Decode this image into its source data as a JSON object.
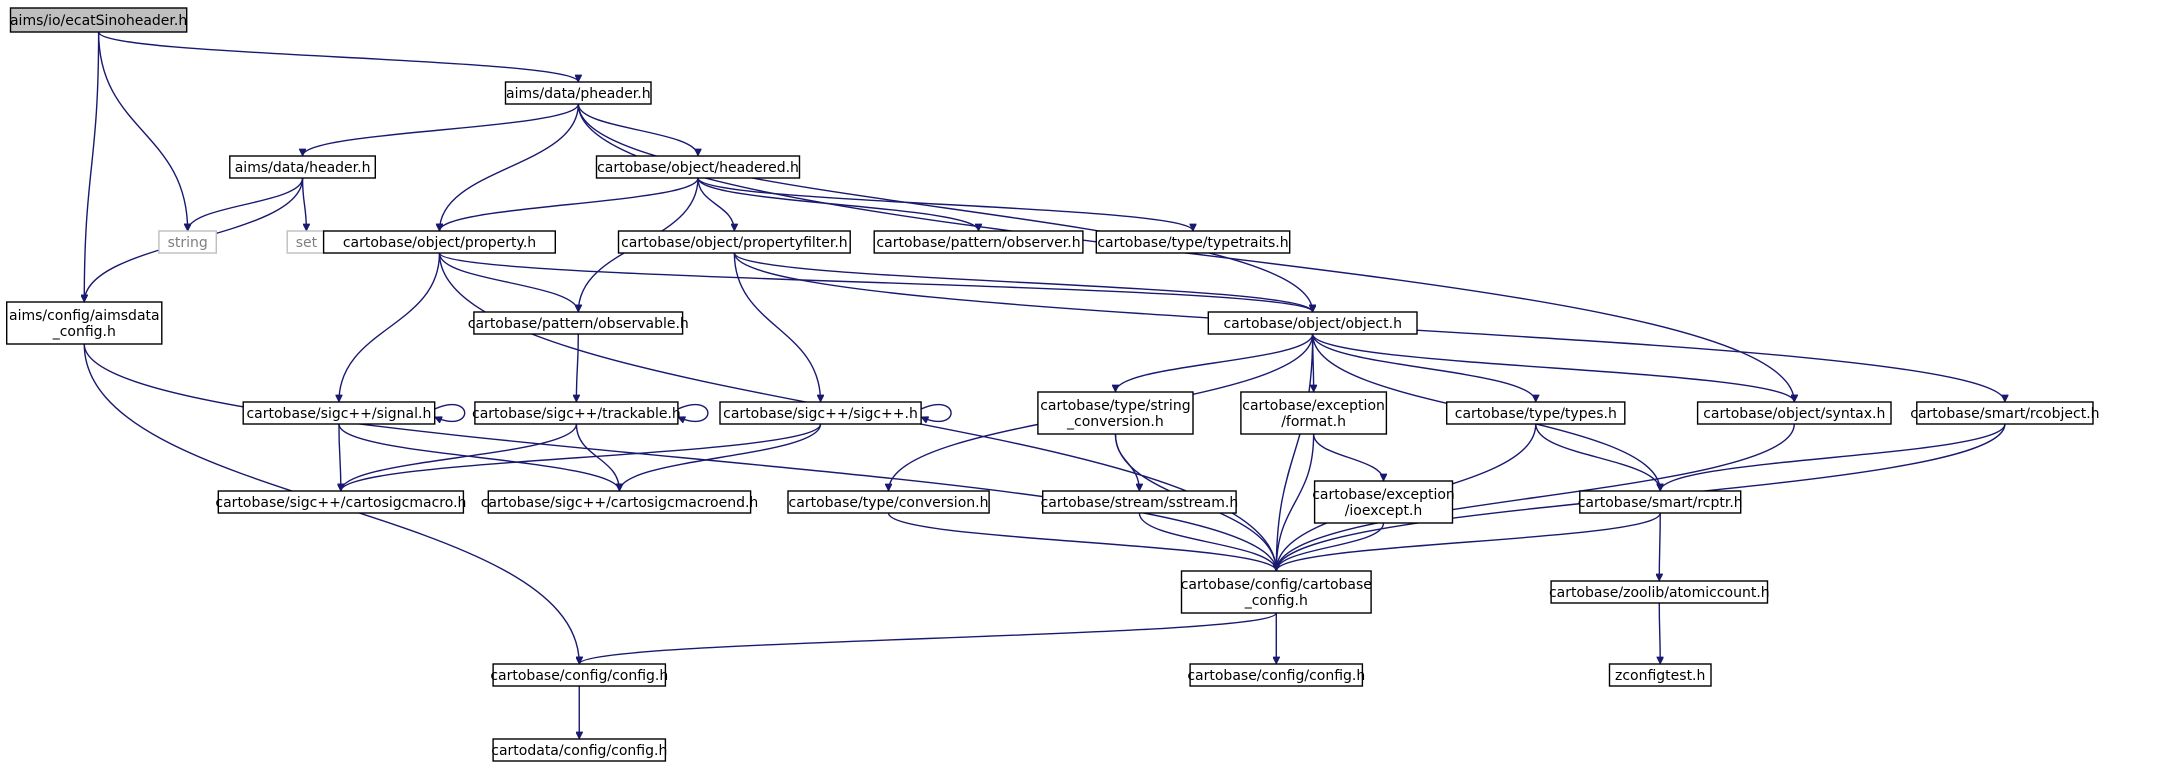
{
  "diagram": {
    "type": "include-dependency-graph",
    "nodes": [
      {
        "id": "ecatsinoheader",
        "lines": [
          "aims/io/ecatSinoheader.h"
        ],
        "style": "focus"
      },
      {
        "id": "pheader",
        "lines": [
          "aims/data/pheader.h"
        ]
      },
      {
        "id": "string",
        "lines": [
          "string"
        ],
        "style": "ext"
      },
      {
        "id": "set",
        "lines": [
          "set"
        ],
        "style": "ext"
      },
      {
        "id": "header",
        "lines": [
          "aims/data/header.h"
        ]
      },
      {
        "id": "headered",
        "lines": [
          "cartobase/object/headered.h"
        ]
      },
      {
        "id": "property",
        "lines": [
          "cartobase/object/property.h"
        ]
      },
      {
        "id": "propertyfilter",
        "lines": [
          "cartobase/object/propertyfilter.h"
        ]
      },
      {
        "id": "observer",
        "lines": [
          "cartobase/pattern/observer.h"
        ]
      },
      {
        "id": "typetraits",
        "lines": [
          "cartobase/type/typetraits.h"
        ]
      },
      {
        "id": "aimsdata_config",
        "lines": [
          "aims/config/aimsdata",
          "_config.h"
        ]
      },
      {
        "id": "observable",
        "lines": [
          "cartobase/pattern/observable.h"
        ]
      },
      {
        "id": "object",
        "lines": [
          "cartobase/object/object.h"
        ]
      },
      {
        "id": "signal",
        "lines": [
          "cartobase/sigc++/signal.h"
        ]
      },
      {
        "id": "trackable",
        "lines": [
          "cartobase/sigc++/trackable.h"
        ]
      },
      {
        "id": "sigcpp",
        "lines": [
          "cartobase/sigc++/sigc++.h"
        ]
      },
      {
        "id": "string_conversion",
        "lines": [
          "cartobase/type/string",
          "_conversion.h"
        ]
      },
      {
        "id": "exception_format",
        "lines": [
          "cartobase/exception",
          "/format.h"
        ]
      },
      {
        "id": "types",
        "lines": [
          "cartobase/type/types.h"
        ]
      },
      {
        "id": "syntax",
        "lines": [
          "cartobase/object/syntax.h"
        ]
      },
      {
        "id": "rcobject",
        "lines": [
          "cartobase/smart/rcobject.h"
        ]
      },
      {
        "id": "cartosigcmacro",
        "lines": [
          "cartobase/sigc++/cartosigcmacro.h"
        ]
      },
      {
        "id": "cartosigcmacroend",
        "lines": [
          "cartobase/sigc++/cartosigcmacroend.h"
        ]
      },
      {
        "id": "conversion",
        "lines": [
          "cartobase/type/conversion.h"
        ]
      },
      {
        "id": "sstream",
        "lines": [
          "cartobase/stream/sstream.h"
        ]
      },
      {
        "id": "ioexcept",
        "lines": [
          "cartobase/exception",
          "/ioexcept.h"
        ]
      },
      {
        "id": "rcptr",
        "lines": [
          "cartobase/smart/rcptr.h"
        ]
      },
      {
        "id": "cartobase_config",
        "lines": [
          "cartobase/config/cartobase",
          "_config.h"
        ]
      },
      {
        "id": "atomiccount",
        "lines": [
          "cartobase/zoolib/atomiccount.h"
        ]
      },
      {
        "id": "config_left",
        "lines": [
          "cartobase/config/config.h"
        ]
      },
      {
        "id": "config_right",
        "lines": [
          "cartobase/config/config.h"
        ]
      },
      {
        "id": "zconfigtest",
        "lines": [
          "zconfigtest.h"
        ]
      },
      {
        "id": "cartodata_config",
        "lines": [
          "cartodata/config/config.h"
        ]
      }
    ],
    "edges": [
      [
        "ecatsinoheader",
        "pheader"
      ],
      [
        "ecatsinoheader",
        "string"
      ],
      [
        "ecatsinoheader",
        "aimsdata_config"
      ],
      [
        "pheader",
        "header"
      ],
      [
        "pheader",
        "property"
      ],
      [
        "pheader",
        "headered"
      ],
      [
        "pheader",
        "object"
      ],
      [
        "pheader",
        "syntax"
      ],
      [
        "header",
        "string"
      ],
      [
        "header",
        "set"
      ],
      [
        "header",
        "aimsdata_config"
      ],
      [
        "headered",
        "property"
      ],
      [
        "headered",
        "observable"
      ],
      [
        "headered",
        "propertyfilter"
      ],
      [
        "headered",
        "observer"
      ],
      [
        "headered",
        "typetraits"
      ],
      [
        "property",
        "observable"
      ],
      [
        "property",
        "signal"
      ],
      [
        "property",
        "cartobase_config"
      ],
      [
        "property",
        "object"
      ],
      [
        "propertyfilter",
        "sigcpp"
      ],
      [
        "propertyfilter",
        "object"
      ],
      [
        "propertyfilter",
        "rcobject"
      ],
      [
        "aimsdata_config",
        "cartobase_config"
      ],
      [
        "aimsdata_config",
        "config_left"
      ],
      [
        "observable",
        "trackable"
      ],
      [
        "signal",
        "signal"
      ],
      [
        "signal",
        "cartosigcmacro"
      ],
      [
        "signal",
        "cartosigcmacroend"
      ],
      [
        "trackable",
        "trackable"
      ],
      [
        "trackable",
        "cartosigcmacro"
      ],
      [
        "trackable",
        "cartosigcmacroend"
      ],
      [
        "sigcpp",
        "sigcpp"
      ],
      [
        "sigcpp",
        "cartosigcmacro"
      ],
      [
        "sigcpp",
        "cartosigcmacroend"
      ],
      [
        "object",
        "conversion"
      ],
      [
        "object",
        "string_conversion"
      ],
      [
        "object",
        "exception_format"
      ],
      [
        "object",
        "types"
      ],
      [
        "object",
        "syntax"
      ],
      [
        "object",
        "rcptr"
      ],
      [
        "object",
        "cartobase_config"
      ],
      [
        "string_conversion",
        "sstream"
      ],
      [
        "string_conversion",
        "cartobase_config"
      ],
      [
        "exception_format",
        "ioexcept"
      ],
      [
        "exception_format",
        "cartobase_config"
      ],
      [
        "types",
        "rcptr"
      ],
      [
        "types",
        "cartobase_config"
      ],
      [
        "syntax",
        "cartobase_config"
      ],
      [
        "rcobject",
        "rcptr"
      ],
      [
        "rcobject",
        "cartobase_config"
      ],
      [
        "conversion",
        "cartobase_config"
      ],
      [
        "sstream",
        "cartobase_config"
      ],
      [
        "ioexcept",
        "cartobase_config"
      ],
      [
        "rcptr",
        "atomiccount"
      ],
      [
        "rcptr",
        "cartobase_config"
      ],
      [
        "cartobase_config",
        "config_left"
      ],
      [
        "cartobase_config",
        "config_right"
      ],
      [
        "atomiccount",
        "zconfigtest"
      ],
      [
        "config_left",
        "cartodata_config"
      ]
    ]
  }
}
